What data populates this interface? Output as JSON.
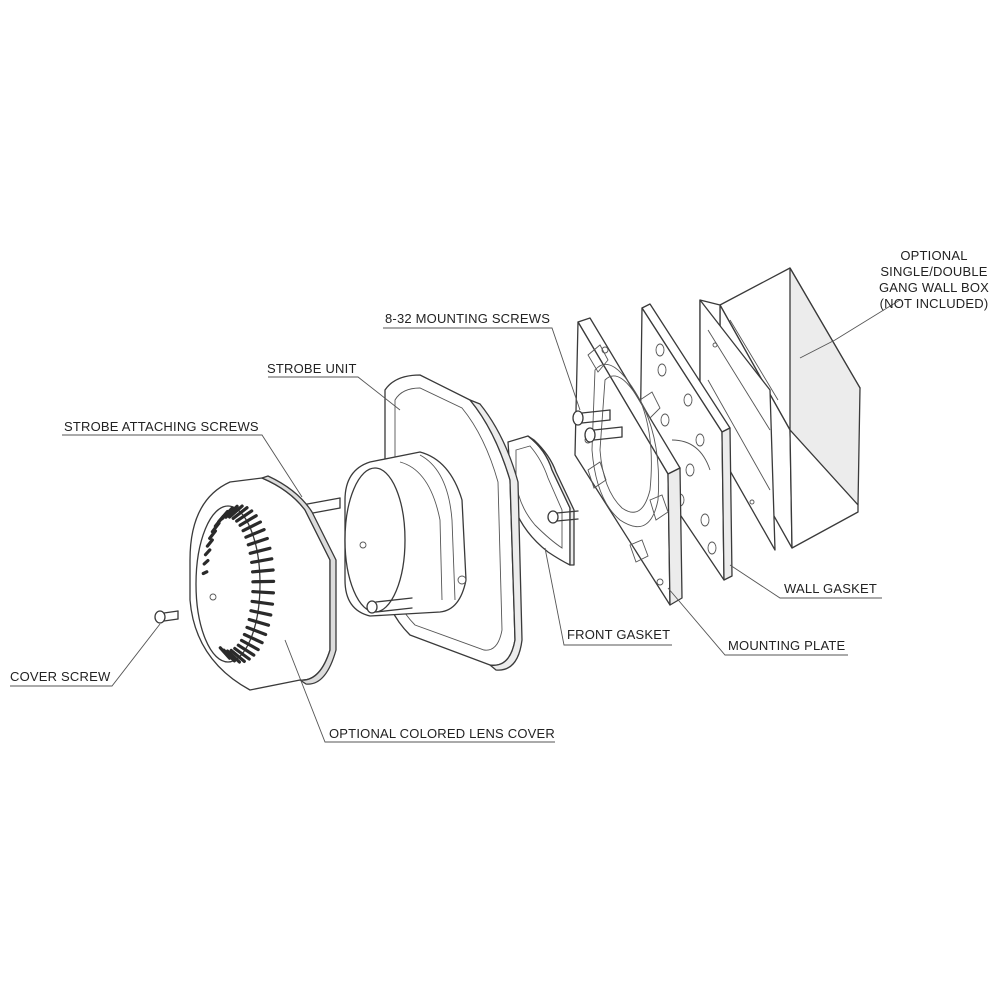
{
  "labels": {
    "wall_box": [
      "OPTIONAL",
      "SINGLE/DOUBLE",
      "GANG WALL BOX",
      "(NOT INCLUDED)"
    ],
    "mounting_screws": "8-32 MOUNTING SCREWS",
    "strobe_unit": "STROBE UNIT",
    "strobe_attaching_screws": "STROBE ATTACHING SCREWS",
    "cover_screw": "COVER SCREW",
    "optional_lens_cover": "OPTIONAL COLORED LENS COVER",
    "front_gasket": "FRONT GASKET",
    "mounting_plate": "MOUNTING PLATE",
    "wall_gasket": "WALL GASKET"
  }
}
